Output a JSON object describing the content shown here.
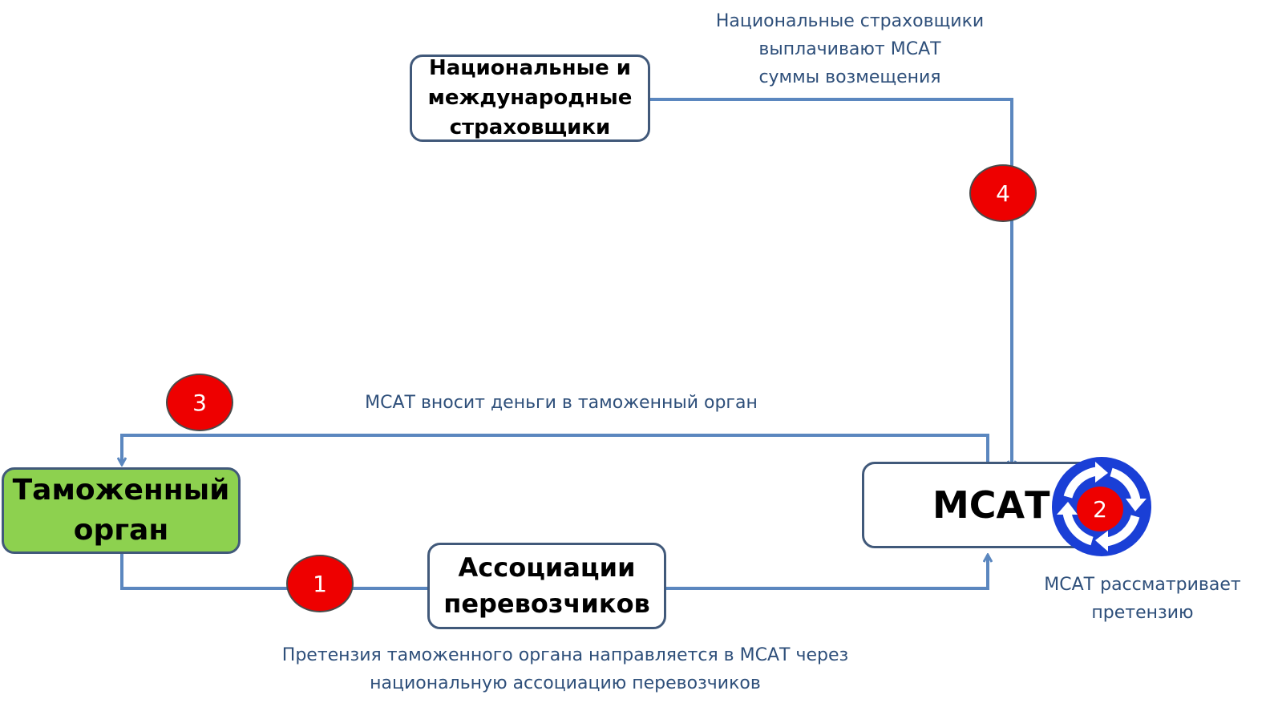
{
  "nodes": {
    "insurers": [
      "Национальные и",
      "международные",
      "страховщики"
    ],
    "customs": [
      "Таможенный",
      "орган"
    ],
    "associations": [
      "Ассоциации",
      "перевозчиков"
    ],
    "mcat": "МСАТ"
  },
  "labels": {
    "step4": [
      "Национальные страховщики",
      "выплачивают МСАТ",
      "суммы возмещения"
    ],
    "step3": [
      "МСАТ вносит деньги в таможенный орган"
    ],
    "step2": [
      "МСАТ рассматривает",
      "претензию"
    ],
    "step1": [
      "Претензия таможенного органа направляется в МСАТ через",
      "национальную ассоциацию перевозчиков"
    ]
  },
  "badges": {
    "step1": "1",
    "step2": "2",
    "step3": "3",
    "step4": "4"
  },
  "colors": {
    "line": "#5b87bf",
    "border": "#41597a",
    "badge": "#ee0000",
    "customs_fill": "#8dd14f",
    "label_text": "#2e4f7a",
    "cycle_icon": "#1a3fd6"
  },
  "icons": {
    "cycle": "circular-arrows-icon"
  }
}
